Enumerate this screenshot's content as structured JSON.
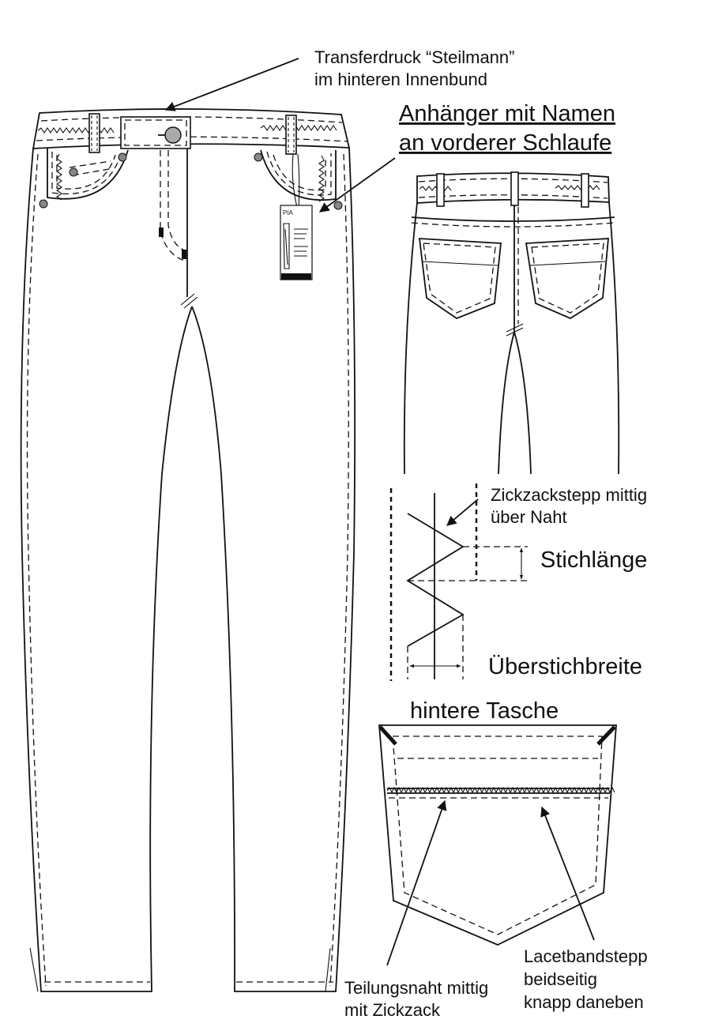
{
  "labels": {
    "transfer_line1": "Transferdruck “Steilmann”",
    "transfer_line2": "im hinteren Innenbund",
    "tag_line1": "Anhänger mit Namen",
    "tag_line2": "an vorderer Schlaufe",
    "zigzag_line1": "Zickzackstepp mittig",
    "zigzag_line2": "über Naht",
    "stitch_length": "Stichlänge",
    "overstitch_width": "Überstichbreite",
    "back_pocket_title": "hintere Tasche",
    "seam_line1": "Teilungsnaht mittig",
    "seam_line2": "mit Zickzack",
    "lacet_line1": "Lacetbandstepp",
    "lacet_line2": "beidseitig",
    "lacet_line3": "knapp daneben"
  },
  "hang_tag": {
    "name": "PIA"
  }
}
